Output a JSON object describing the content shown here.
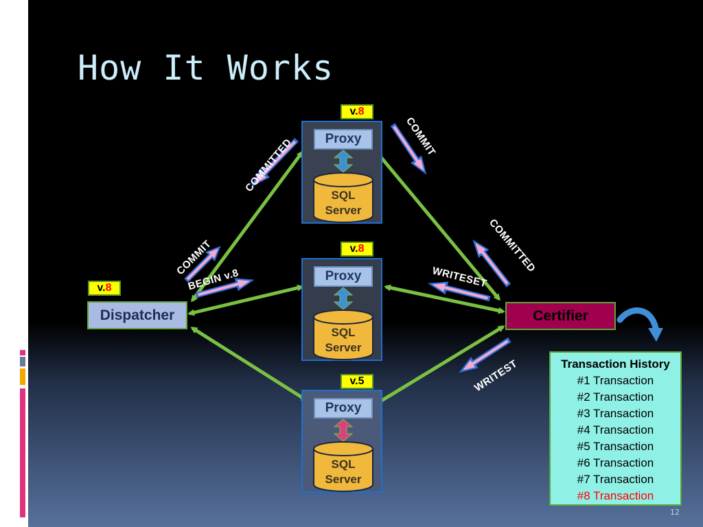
{
  "slide": {
    "title": "How It Works",
    "page_number": "12"
  },
  "nodes": {
    "dispatcher": {
      "label": "Dispatcher",
      "version_prefix": "v.",
      "version": "8"
    },
    "certifier": {
      "label": "Certifier"
    },
    "servers": [
      {
        "proxy_label": "Proxy",
        "db_line1": "SQL",
        "db_line2": "Server",
        "version_prefix": "v.",
        "version": "8"
      },
      {
        "proxy_label": "Proxy",
        "db_line1": "SQL",
        "db_line2": "Server",
        "version_prefix": "v.",
        "version": "8"
      },
      {
        "proxy_label": "Proxy",
        "db_line1": "SQL",
        "db_line2": "Server",
        "version_prefix": "v.",
        "version": "5"
      }
    ]
  },
  "messages": {
    "committed_top": "COMMITTED",
    "commit_top": "COMMIT",
    "commit_left": "COMMIT",
    "begin": "BEGIN v.8",
    "writeset": "WRITESET",
    "committed_right": "COMMITTED",
    "writest": "WRITEST"
  },
  "transaction_history": {
    "title": "Transaction History",
    "rows": [
      "#1 Transaction",
      "#2 Transaction",
      "#3 Transaction",
      "#4 Transaction",
      "#5 Transaction",
      "#6 Transaction",
      "#7 Transaction",
      "#8 Transaction"
    ]
  },
  "colors": {
    "link_arrow": "#7ac143",
    "message_arrow_fill": "#f4a9d0",
    "message_arrow_stroke": "#2f6fd6",
    "db_fill": "#f0b93b",
    "sync_arrow_ok": "#3f8fd8",
    "sync_arrow_stale": "#d9417e",
    "history_latest": "#ff0000"
  }
}
